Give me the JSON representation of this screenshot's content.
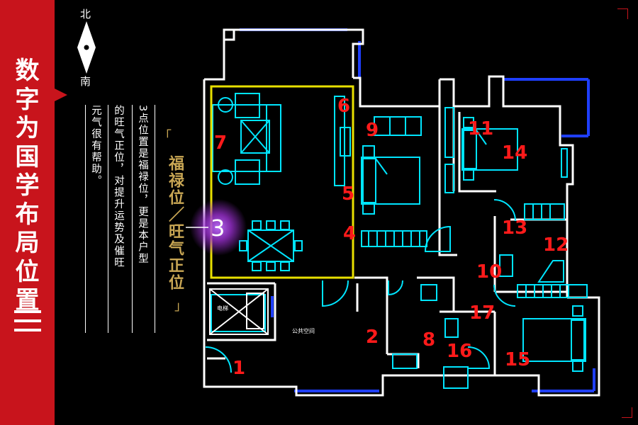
{
  "sidebar": {
    "title_chars": [
      "数",
      "字",
      "为",
      "国",
      "学",
      "布",
      "局",
      "位",
      "置"
    ],
    "accent": "#c8141c"
  },
  "compass": {
    "north": "北",
    "south": "南"
  },
  "description": {
    "columns": [
      "3点位置是福禄位，更是本户型",
      "的旺气正位，对提升运势及催旺",
      "元气很有帮助。"
    ]
  },
  "gold_title": "福禄位／旺气正位",
  "highlight": {
    "label": "3",
    "glow_color": "#9b30d0"
  },
  "plan_labels": {
    "public_space": "公共空间",
    "elevator": "电梯"
  },
  "zone_numbers": [
    "1",
    "2",
    "4",
    "5",
    "6",
    "7",
    "8",
    "9",
    "10",
    "11",
    "12",
    "13",
    "14",
    "15",
    "16",
    "17"
  ],
  "colors": {
    "wall": "#ffffff",
    "furniture": "#00e5ff",
    "window": "#1f3fff",
    "zone": "#e8e000",
    "number": "#ff1a1a",
    "gold": "#c8a654"
  }
}
